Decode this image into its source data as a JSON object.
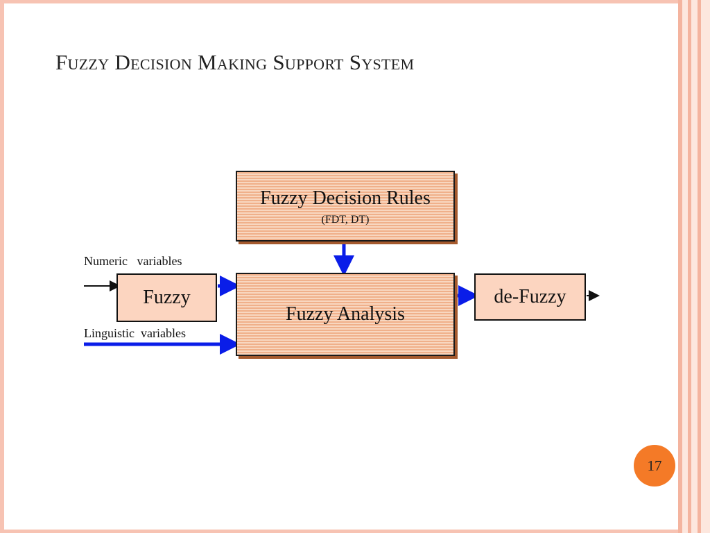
{
  "slide": {
    "title": "Fuzzy Decision Making Support System",
    "page_number": "17"
  },
  "diagram": {
    "rules_box": {
      "label": "Fuzzy Decision Rules",
      "sublabel": "(FDT, DT)"
    },
    "analysis_box": {
      "label": "Fuzzy Analysis"
    },
    "fuzzy_box": {
      "label": "Fuzzy"
    },
    "defuzzy_box": {
      "label": "de-Fuzzy"
    },
    "numeric_label": "Numeric   variables",
    "linguistic_label": "Linguistic  variables"
  },
  "colors": {
    "arrow_blue": "#0a1de8",
    "box_orange": "#f0b08a",
    "light_box": "#fcd5c0",
    "badge": "#f47a27",
    "frame_stripe": "#f4b49f"
  }
}
